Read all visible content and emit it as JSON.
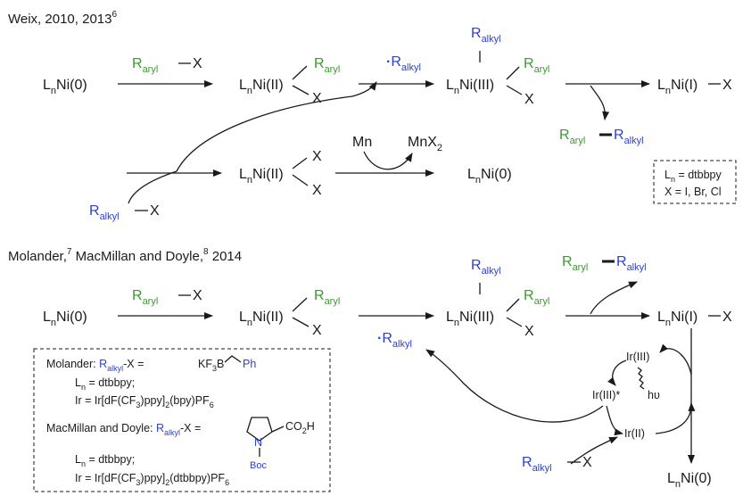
{
  "weix": {
    "header": {
      "authors": "Weix, 2010, 2013",
      "ref": "6"
    },
    "ni0_start": {
      "main": "L",
      "sub": "n",
      "rest": "Ni(0)"
    },
    "reagent_raryl": {
      "r": "R",
      "sub": "aryl",
      "x": "X"
    },
    "ni2": {
      "main": "L",
      "sub": "n",
      "rest": "Ni(II)",
      "x": "X"
    },
    "ni2_raryl": {
      "r": "R",
      "sub": "aryl"
    },
    "radical": {
      "dot": "·",
      "r": "R",
      "sub": "alkyl"
    },
    "ni3": {
      "main": "L",
      "sub": "n",
      "rest": "Ni(III)",
      "x": "X"
    },
    "ni3_ralkyl": {
      "r": "R",
      "sub": "alkyl"
    },
    "ni3_raryl": {
      "r": "R",
      "sub": "aryl"
    },
    "ni1": {
      "main": "L",
      "sub": "n",
      "rest": "Ni(I)",
      "x": "X"
    },
    "product": {
      "r1": "R",
      "s1": "aryl",
      "r2": "R",
      "s2": "alkyl"
    },
    "ni2x2": {
      "main": "L",
      "sub": "n",
      "rest": "Ni(II)",
      "x1": "X",
      "x2": "X"
    },
    "mn": {
      "mn": "Mn",
      "mnx2_main": "MnX",
      "mnx2_sub": "2"
    },
    "ni0_end": {
      "main": "L",
      "sub": "n",
      "rest": "Ni(0)"
    },
    "ralkyl_x": {
      "r": "R",
      "sub": "alkyl",
      "x": "X"
    },
    "conditions": {
      "l1_main": "L",
      "l1_sub": "n",
      "l1_rest": " = dtbbpy",
      "l2": "X = I, Br, Cl"
    }
  },
  "photo": {
    "header": {
      "a1": "Molander,",
      "r1": "7",
      "a2": " MacMillan and Doyle,",
      "r2": "8",
      "a3": " 2014"
    },
    "ni0_start": {
      "main": "L",
      "sub": "n",
      "rest": "Ni(0)"
    },
    "reagent_raryl": {
      "r": "R",
      "sub": "aryl",
      "x": "X"
    },
    "ni2": {
      "main": "L",
      "sub": "n",
      "rest": "Ni(II)",
      "x": "X"
    },
    "ni2_raryl": {
      "r": "R",
      "sub": "aryl"
    },
    "radical": {
      "dot": "·",
      "r": "R",
      "sub": "alkyl"
    },
    "ni3": {
      "main": "L",
      "sub": "n",
      "rest": "Ni(III)",
      "x": "X"
    },
    "ni3_ralkyl": {
      "r": "R",
      "sub": "alkyl"
    },
    "ni3_raryl": {
      "r": "R",
      "sub": "aryl"
    },
    "product": {
      "r1": "R",
      "s1": "aryl",
      "r2": "R",
      "s2": "alkyl"
    },
    "ni1": {
      "main": "L",
      "sub": "n",
      "rest": "Ni(I)",
      "x": "X"
    },
    "ir3": "Ir(III)",
    "ir3_star": "Ir(III)*",
    "hv": "hυ",
    "ir2": "Ir(II)",
    "ralkyl_x": {
      "r": "R",
      "sub": "alkyl",
      "x": "X"
    },
    "ni0_end": {
      "main": "L",
      "sub": "n",
      "rest": "Ni(0)"
    },
    "box": {
      "molander": {
        "name": "Molander: ",
        "r": "R",
        "sub": "alkyl",
        "eq": "-X = ",
        "kf3b_main": "KF",
        "kf3b_sub": "3",
        "kf3b_b": "B",
        "ph": "Ph",
        "ln_main": "L",
        "ln_sub": "n",
        "ln_rest": " = dtbbpy;",
        "ir_a": "Ir = Ir[dF(CF",
        "ir_s1": "3",
        "ir_b": ")ppy]",
        "ir_s2": "2",
        "ir_c": "(bpy)PF",
        "ir_s3": "6"
      },
      "macmillan": {
        "name": "MacMillan and Doyle: ",
        "r": "R",
        "sub": "alkyl",
        "eq": "-X = ",
        "n": "N",
        "co2h_a": "CO",
        "co2h_s": "2",
        "co2h_b": "H",
        "boc": "Boc",
        "ln_main": "L",
        "ln_sub": "n",
        "ln_rest": " = dtbbpy;",
        "ir_a": "Ir = Ir[dF(CF",
        "ir_s1": "3",
        "ir_b": ")ppy]",
        "ir_s2": "2",
        "ir_c": "(dtbbpy)PF",
        "ir_s3": "6"
      }
    }
  },
  "colors": {
    "aryl": "#3a9a2c",
    "alkyl": "#2b3fd6",
    "ink": "#1a1a1a"
  }
}
